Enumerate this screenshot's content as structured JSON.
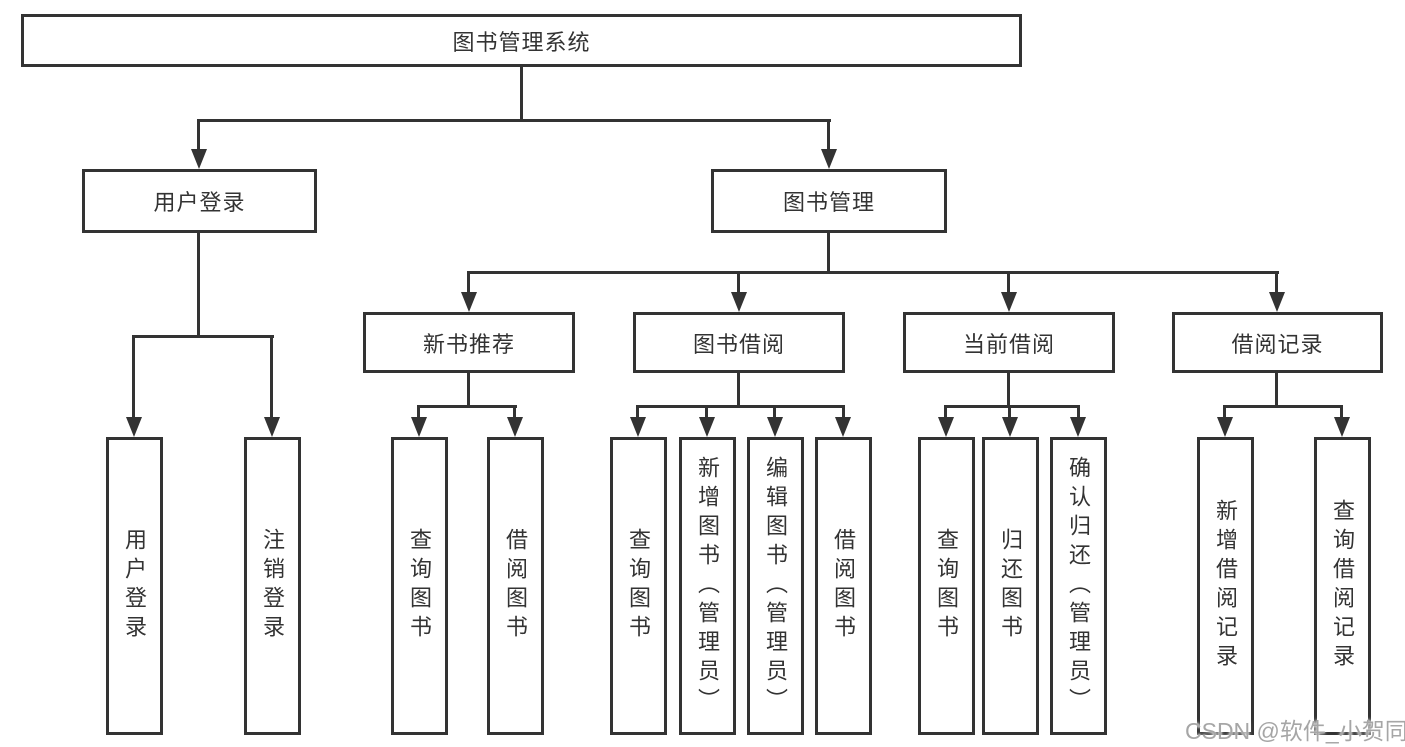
{
  "colors": {
    "line": "#333333",
    "text": "#333333",
    "background": "#ffffff",
    "watermark": "#a6a6a6"
  },
  "tree": {
    "root": "图书管理系统",
    "children": [
      {
        "label": "用户登录",
        "children": [
          "用户登录",
          "注销登录"
        ]
      },
      {
        "label": "图书管理",
        "children": [
          {
            "label": "新书推荐",
            "children": [
              "查询图书",
              "借阅图书"
            ]
          },
          {
            "label": "图书借阅",
            "children": [
              "查询图书",
              "新增图书（管理员）",
              "编辑图书（管理员）",
              "借阅图书"
            ]
          },
          {
            "label": "当前借阅",
            "children": [
              "查询图书",
              "归还图书",
              "确认归还（管理员）"
            ]
          },
          {
            "label": "借阅记录",
            "children": [
              "新增借阅记录",
              "查询借阅记录"
            ]
          }
        ]
      }
    ]
  },
  "watermark": "CSDN @软件_小贺同学"
}
